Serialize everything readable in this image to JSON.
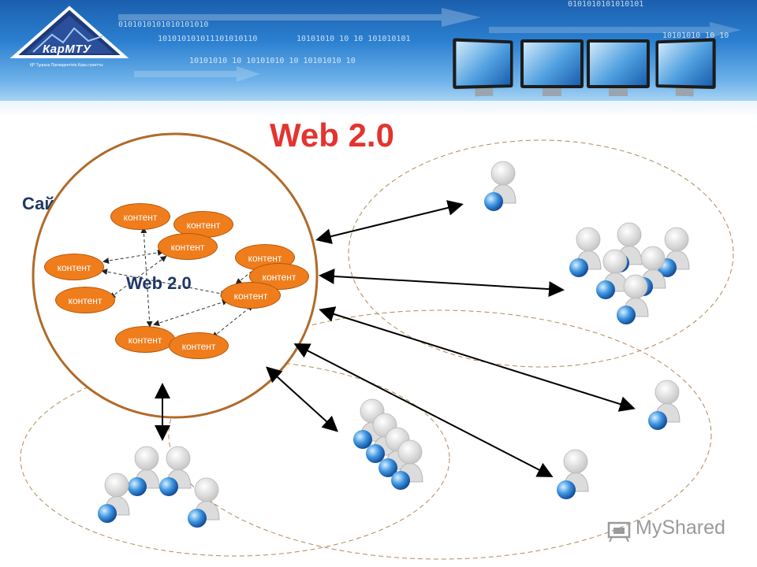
{
  "header": {
    "logo_name": "КарМТУ",
    "logo_subtitle": "ҚР Тұңғыш Президентінің Қоры грантты",
    "binary_rows": [
      "0101010101010101010",
      "101010101011101010110",
      "10101010   10 10 101010101",
      "10101010 10 10101010 10 10101010 10",
      "0101010101010101",
      "10101010 10 10"
    ],
    "monitor_count": 4
  },
  "slide": {
    "title": "Web 2.0",
    "title_color": "#e3342f",
    "site_label": "Сайт",
    "center_label": "Web 2.0",
    "content_nodes": [
      "контент",
      "контент",
      "контент",
      "контент",
      "контент",
      "контент",
      "контент",
      "контент",
      "контент",
      "контент"
    ],
    "node_color": "#f07d1c",
    "site_circle_color": "#b06a2a"
  },
  "users": {
    "icon": "user-with-globe-icon",
    "groups": [
      "single-user-top",
      "user-group-top-right",
      "user-group-bottom-left",
      "user-group-bottom-center",
      "single-user-right",
      "single-user-bottom-right"
    ]
  },
  "watermark": {
    "text": "MyShared",
    "icon": "projector-icon"
  }
}
